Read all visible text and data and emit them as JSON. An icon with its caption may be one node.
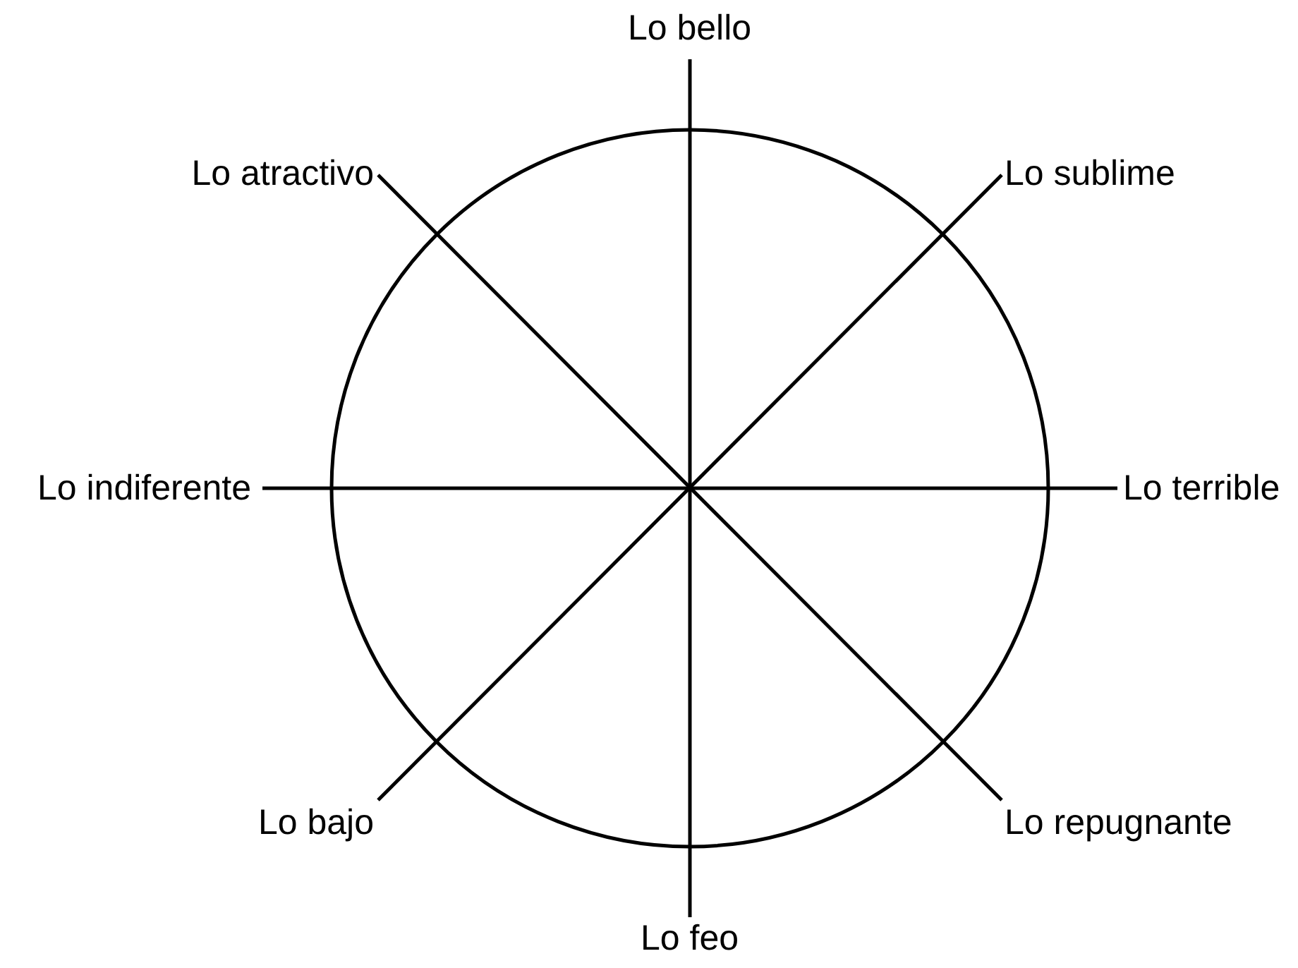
{
  "diagram": {
    "nodes": [
      {
        "text": [
          "Lo bello"
        ]
      },
      {
        "text": [
          "Lo atractivo"
        ]
      },
      {
        "text": [
          "Lo sublime"
        ]
      },
      {
        "text": [
          "Lo indiferente"
        ]
      },
      {
        "text": [
          "Lo terrible"
        ]
      },
      {
        "text": [
          "Lo bajo"
        ]
      },
      {
        "text": [
          "Lo repugnante"
        ]
      },
      {
        "text": [
          "Lo feo"
        ]
      }
    ],
    "edges": [
      {
        "from": 0,
        "to": 7,
        "arrow": "none"
      },
      {
        "from": 1,
        "to": 6,
        "arrow": "none"
      },
      {
        "from": 2,
        "to": 5,
        "arrow": "none"
      },
      {
        "from": 3,
        "to": 4,
        "arrow": "none"
      }
    ]
  }
}
